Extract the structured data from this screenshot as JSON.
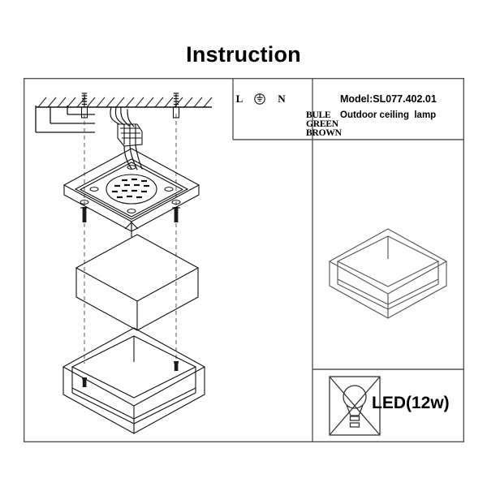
{
  "document": {
    "title": "Instruction"
  },
  "panels": {
    "exploded_view": {
      "name": "exploded assembly diagram",
      "parts": [
        {
          "name": "ceiling",
          "icon": "hatched-ceiling"
        },
        {
          "name": "anchor-bolt-left",
          "icon": "expansion-anchor-icon"
        },
        {
          "name": "anchor-bolt-right",
          "icon": "expansion-anchor-icon"
        },
        {
          "name": "wire-harness",
          "icon": "wires-icon"
        },
        {
          "name": "terminal-connector",
          "icon": "terminal-block-icon"
        },
        {
          "name": "mounting-plate",
          "icon": "square-mounting-plate"
        },
        {
          "name": "led-grille",
          "icon": "perforated-circle"
        },
        {
          "name": "screw-left",
          "icon": "screw-icon"
        },
        {
          "name": "screw-right",
          "icon": "screw-icon"
        },
        {
          "name": "diffuser-box",
          "icon": "iso-box"
        },
        {
          "name": "outer-shade",
          "icon": "iso-open-box"
        }
      ]
    },
    "wiring": {
      "name": "wiring diagram",
      "terminals": [
        {
          "symbol": "L",
          "label": "BROWN"
        },
        {
          "symbol": "ground",
          "label": "GREEN"
        },
        {
          "symbol": "N",
          "label": "BULE"
        }
      ],
      "terminal_l": "L",
      "terminal_n": "N",
      "ground_icon": "earth-ground-icon",
      "label_blue": "BULE",
      "label_green": "GREEN",
      "label_brown": "BROWN"
    },
    "product_info": {
      "model": "Model:SL077.402.01",
      "description": "Outdoor ceiling  lamp"
    },
    "product_view": {
      "name": "assembled product view",
      "icon": "iso-box-assembled"
    },
    "lamp_spec": {
      "label": "LED(12w)",
      "icon": "crossed-out-bulb-icon"
    }
  },
  "colors": {
    "line": "#1a1a1a",
    "frame": "#555555",
    "background": "#ffffff"
  }
}
